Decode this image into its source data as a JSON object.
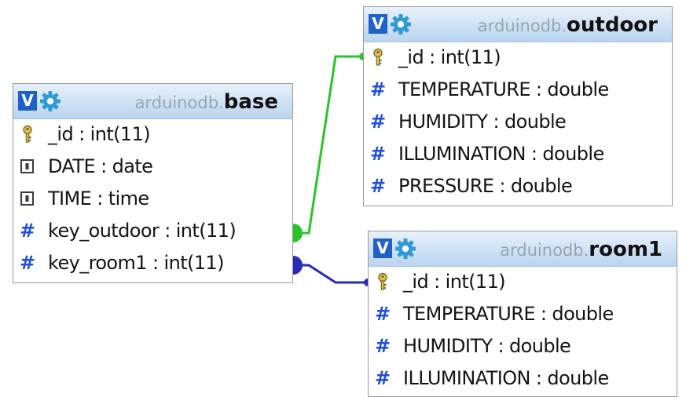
{
  "header_badge": "V",
  "colors": {
    "link_outdoor": "#29c42a",
    "link_room1": "#2a2ab8",
    "header_badge": "#1e62c9",
    "hash_icon": "#1f4fe0",
    "gear_icon": "#2d9ad8"
  },
  "tables": {
    "base": {
      "db": "arduinodb.",
      "name": "base",
      "rows": [
        {
          "icon": "key-icon",
          "text": "_id : int(11)"
        },
        {
          "icon": "index-icon",
          "text": "DATE : date"
        },
        {
          "icon": "index-icon",
          "text": "TIME : time"
        },
        {
          "icon": "hash-icon",
          "glyph": "#",
          "text": "key_outdoor : int(11)"
        },
        {
          "icon": "hash-icon",
          "glyph": "#",
          "text": "key_room1 : int(11)"
        }
      ]
    },
    "outdoor": {
      "db": "arduinodb.",
      "name": "outdoor",
      "rows": [
        {
          "icon": "key-icon",
          "text": "_id : int(11)"
        },
        {
          "icon": "hash-icon",
          "glyph": "#",
          "text": "TEMPERATURE : double"
        },
        {
          "icon": "hash-icon",
          "glyph": "#",
          "text": "HUMIDITY : double"
        },
        {
          "icon": "hash-icon",
          "glyph": "#",
          "text": "ILLUMINATION : double"
        },
        {
          "icon": "hash-icon",
          "glyph": "#",
          "text": "PRESSURE : double"
        }
      ]
    },
    "room1": {
      "db": "arduinodb.",
      "name": "room1",
      "rows": [
        {
          "icon": "key-icon",
          "text": "_id : int(11)"
        },
        {
          "icon": "hash-icon",
          "glyph": "#",
          "text": "TEMPERATURE : double"
        },
        {
          "icon": "hash-icon",
          "glyph": "#",
          "text": "HUMIDITY : double"
        },
        {
          "icon": "hash-icon",
          "glyph": "#",
          "text": "ILLUMINATION : double"
        }
      ]
    }
  }
}
